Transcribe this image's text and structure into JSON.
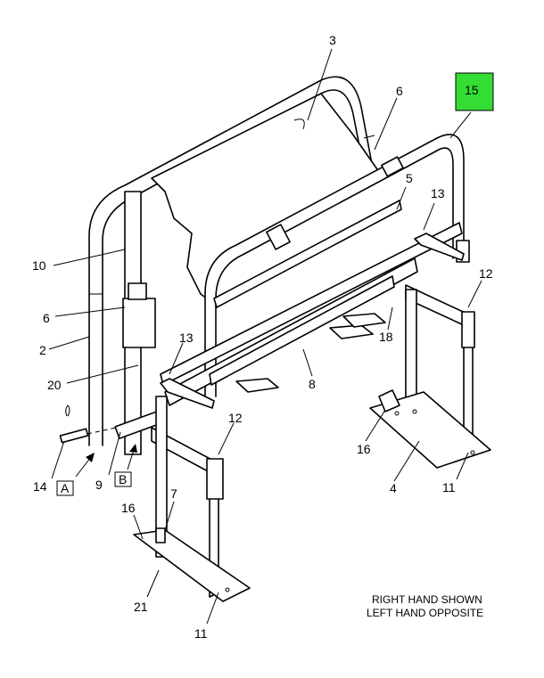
{
  "callouts": {
    "c1": "3",
    "c2": "6",
    "c3": "15",
    "c4": "5",
    "c5": "13",
    "c6": "10",
    "c7": "6",
    "c8": "12",
    "c9": "2",
    "c10": "13",
    "c11": "18",
    "c12": "20",
    "c13": "8",
    "c14": "12",
    "c15": "16",
    "c16": "14",
    "c17": "9",
    "c18": "A",
    "c19": "B",
    "c20": "4",
    "c21": "11",
    "c22": "7",
    "c23": "16",
    "c24": "21",
    "c25": "11"
  },
  "note": {
    "line1": "RIGHT HAND SHOWN",
    "line2": "LEFT HAND OPPOSITE"
  },
  "colors": {
    "highlight": "#33dd33",
    "ink": "#000000"
  }
}
